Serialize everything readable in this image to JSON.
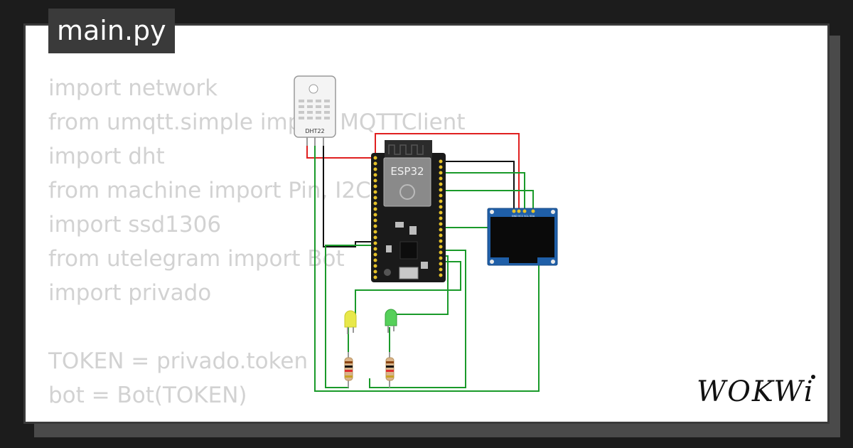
{
  "file_tab": "main.py",
  "code_lines": [
    "import network",
    "from umqtt.simple import MQTTClient",
    "import dht",
    "from machine import Pin, I2C",
    "import ssd1306",
    "from utelegram import Bot",
    "import privado",
    "",
    "TOKEN = privado.token",
    "bot = Bot(TOKEN)"
  ],
  "components": {
    "sensor_label": "DHT22",
    "board_label": "ESP32",
    "oled_pins": "GND VCC SCL SDA"
  },
  "brand": "WOKWi",
  "colors": {
    "background": "#1c1c1c",
    "card": "#ffffff",
    "tab": "#3a3a3a",
    "code_text": "#d2d2d2",
    "board": "#1a1a1a",
    "oled_blue": "#1f5fa8",
    "wire_red": "#e02020",
    "wire_green": "#1a9a2a",
    "wire_black": "#111111"
  }
}
